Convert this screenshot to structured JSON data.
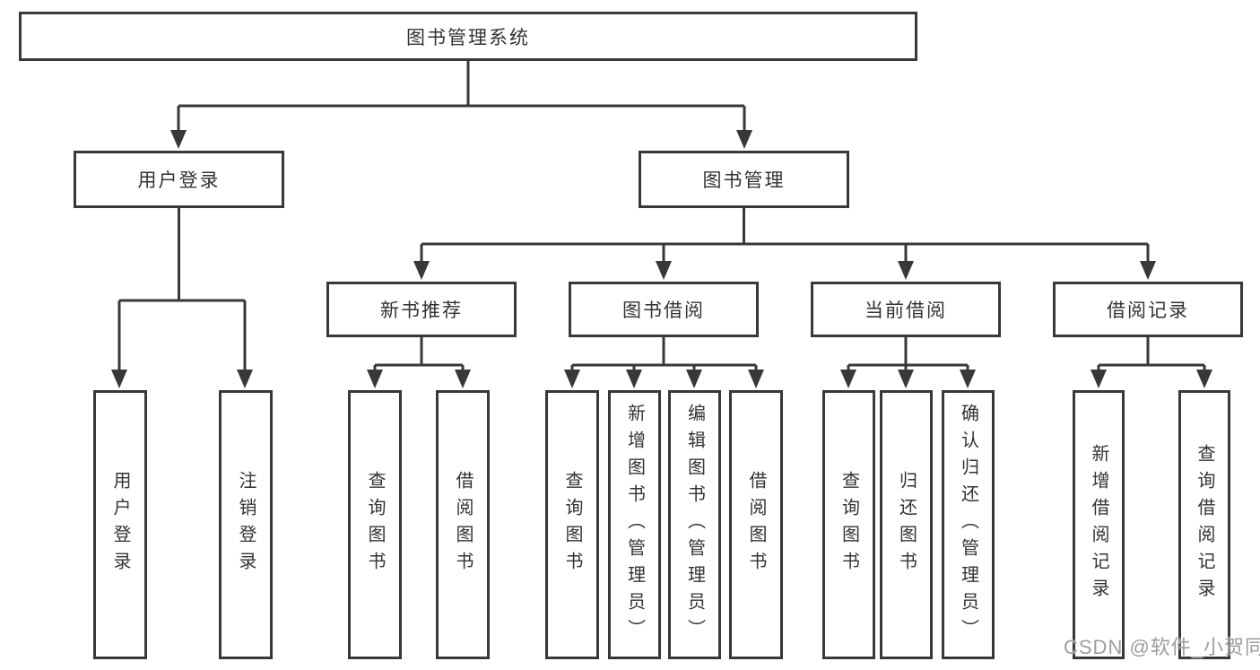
{
  "diagram": {
    "title": "图书管理系统",
    "user_login": {
      "label": "用户登录",
      "children": [
        "用户登录",
        "注销登录"
      ]
    },
    "book_management": {
      "label": "图书管理",
      "sections": [
        {
          "label": "新书推荐",
          "children": [
            "查询图书",
            "借阅图书"
          ]
        },
        {
          "label": "图书借阅",
          "children": [
            "查询图书",
            "新增图书（管理员）",
            "编辑图书（管理员）",
            "借阅图书"
          ]
        },
        {
          "label": "当前借阅",
          "children": [
            "查询图书",
            "归还图书",
            "确认归还（管理员）"
          ]
        },
        {
          "label": "借阅记录",
          "children": [
            "新增借阅记录",
            "查询借阅记录"
          ]
        }
      ]
    }
  },
  "watermark": "CSDN @软件_小贺同学",
  "colors": {
    "line": "#383838",
    "text": "#333333",
    "background": "#ffffff",
    "watermark": "#9d9d9d"
  }
}
